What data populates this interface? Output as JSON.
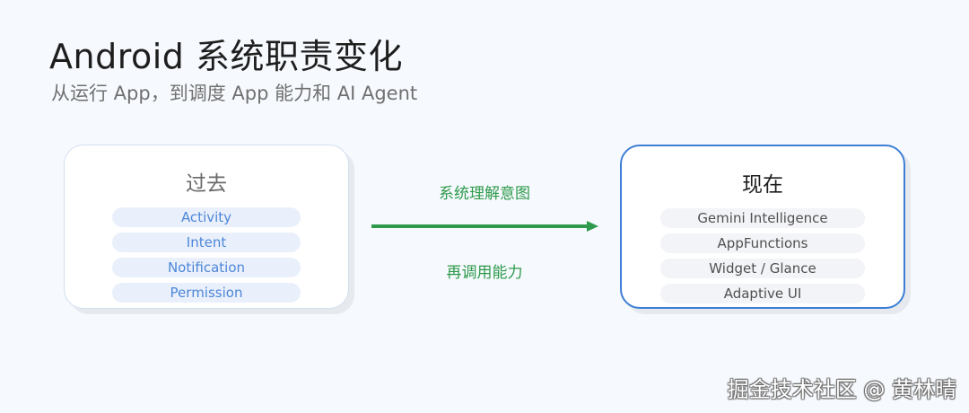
{
  "header": {
    "title": "Android 系统职责变化",
    "subtitle": "从运行 App，到调度 App 能力和 AI Agent"
  },
  "past": {
    "title": "过去",
    "items": [
      "Activity",
      "Intent",
      "Notification",
      "Permission"
    ]
  },
  "now": {
    "title": "现在",
    "items": [
      "Gemini Intelligence",
      "AppFunctions",
      "Widget / Glance",
      "Adaptive UI"
    ]
  },
  "transition": {
    "top_label": "系统理解意图",
    "bottom_label": "再调用能力",
    "color": "#2e9a4c"
  },
  "watermark": "掘金技术社区 @ 黄林晴"
}
